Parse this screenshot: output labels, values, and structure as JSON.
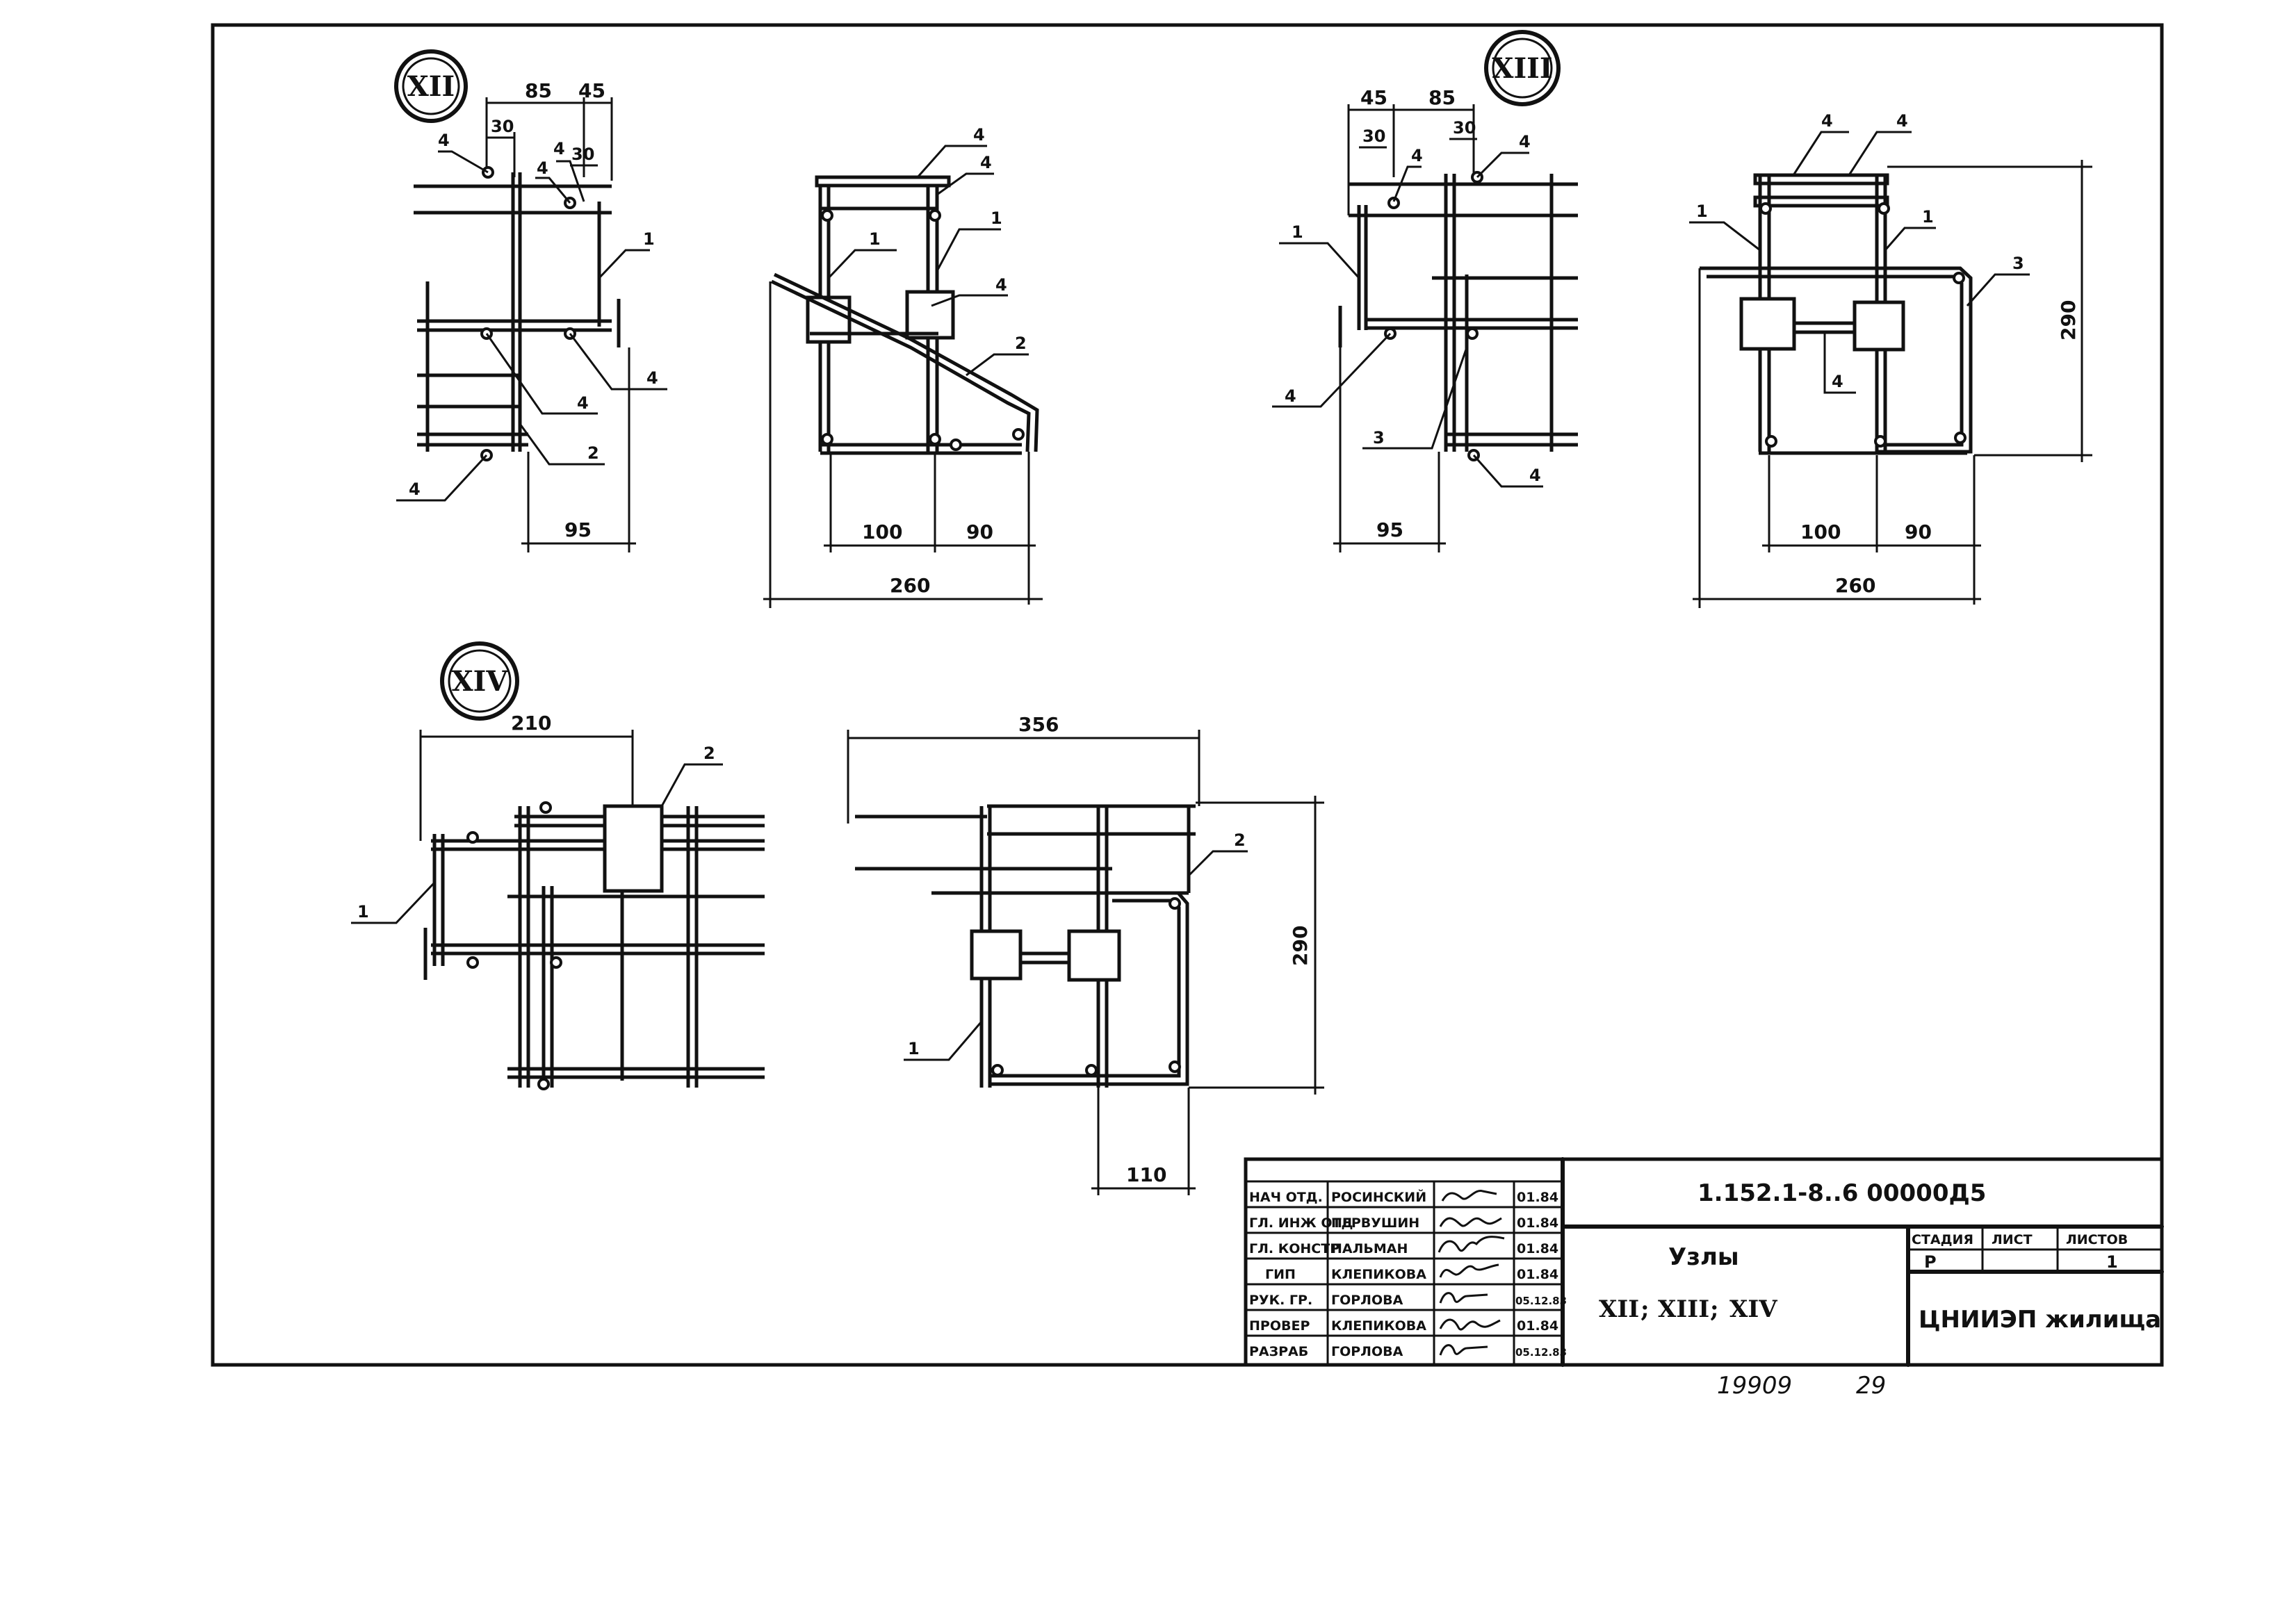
{
  "nodes": {
    "xii": {
      "marker": "XII",
      "left_dims": [
        "85",
        "45",
        "30",
        "30",
        "95"
      ],
      "left_callouts": [
        "4",
        "4",
        "4",
        "1",
        "4",
        "4",
        "2",
        "4"
      ],
      "right_dims": [
        "100",
        "90",
        "260"
      ],
      "right_callouts": [
        "4",
        "4",
        "1",
        "1",
        "4",
        "2"
      ]
    },
    "xiii": {
      "marker": "XIII",
      "left_dims": [
        "45",
        "85",
        "30",
        "30",
        "95"
      ],
      "left_callouts": [
        "4",
        "4",
        "1",
        "4",
        "3",
        "4"
      ],
      "right_dims": [
        "100",
        "90",
        "260",
        "290"
      ],
      "right_callouts": [
        "4",
        "4",
        "1",
        "1",
        "3",
        "4"
      ]
    },
    "xiv": {
      "marker": "XIV",
      "left_dims": [
        "210"
      ],
      "left_callouts": [
        "2",
        "1"
      ],
      "right_dims": [
        "356",
        "290",
        "110"
      ],
      "right_callouts": [
        "2",
        "1"
      ]
    }
  },
  "title_block": {
    "code": "1.152.1-8..6  00000Д5",
    "title": "Узлы",
    "nodes_line": [
      "XII",
      "XIII",
      "XIV"
    ],
    "roles": [
      "НАЧ ОТД.",
      "ГЛ. ИНЖ ОТД",
      "ГЛ. КОНСТР",
      "ГИП",
      "РУК. ГР.",
      "ПРОВЕР",
      "РАЗРАБ"
    ],
    "names": [
      "РОСИНСКИЙ",
      "ПЕРВУШИН",
      "ПАЛЬМАН",
      "КЛЕПИКОВА",
      "ГОРЛОВА",
      "КЛЕПИКОВА",
      "ГОРЛОВА"
    ],
    "dates": [
      "01.84",
      "01.84",
      "01.84",
      "01.84",
      "05.12.83",
      "01.84",
      "05.12.83"
    ],
    "stage_header": "СТАДИЯ",
    "sheet_header": "ЛИСТ",
    "sheets_header": "ЛИСТОВ",
    "stage": "Р",
    "sheets": "1",
    "organization": "ЦНИИЭП жилища"
  },
  "handwritten": {
    "number": "19909",
    "page": "29"
  }
}
